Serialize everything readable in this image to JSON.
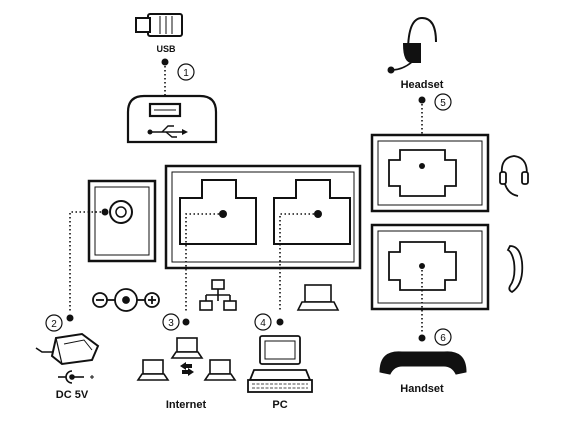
{
  "labels": {
    "usb": "USB",
    "headset": "Headset",
    "dc": "DC 5V",
    "internet": "Internet",
    "pc": "PC",
    "handset": "Handset"
  },
  "callouts": {
    "c1": "1",
    "c2": "2",
    "c3": "3",
    "c4": "4",
    "c5": "5",
    "c6": "6"
  },
  "icons": {
    "usb_stick": "usb-stick-icon",
    "usb_port": "usb-port-icon",
    "headset": "headset-icon",
    "power_adapter": "power-adapter-icon",
    "polarity": "polarity-icon",
    "network": "network-icon",
    "laptop": "laptop-icon",
    "pc": "desktop-pc-icon",
    "handset": "handset-icon"
  }
}
